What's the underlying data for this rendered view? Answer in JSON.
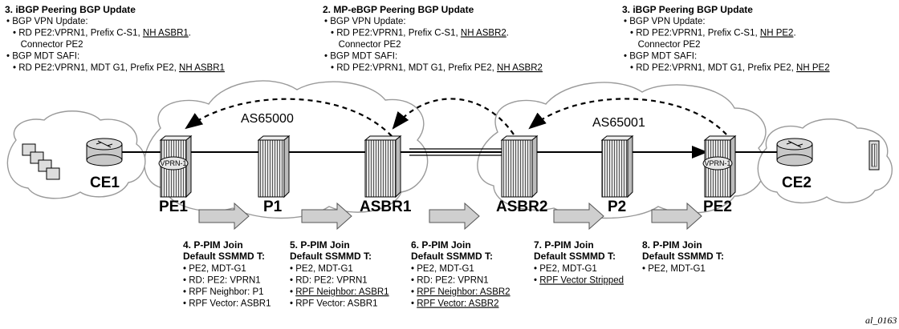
{
  "top_blocks": [
    {
      "title": "3. iBGP Peering BGP Update",
      "lines": [
        {
          "bullet": true,
          "indent": 0,
          "text": "BGP VPN Update:",
          "u": ""
        },
        {
          "bullet": true,
          "indent": 1,
          "text": "RD PE2:VPRN1, Prefix C-S1, ",
          "u": "NH ASBR1",
          "tail": "."
        },
        {
          "bullet": false,
          "indent": 1,
          "text": "Connector PE2",
          "u": ""
        },
        {
          "bullet": true,
          "indent": 0,
          "text": "BGP MDT SAFI:",
          "u": ""
        },
        {
          "bullet": true,
          "indent": 1,
          "text": "RD PE2:VPRN1, MDT G1, Prefix PE2, ",
          "u": "NH ASBR1"
        }
      ]
    },
    {
      "title": "2. MP-eBGP Peering BGP Update",
      "lines": [
        {
          "bullet": true,
          "indent": 0,
          "text": "BGP VPN Update:",
          "u": ""
        },
        {
          "bullet": true,
          "indent": 1,
          "text": "RD PE2:VPRN1, Prefix C-S1, ",
          "u": "NH ASBR2",
          "tail": "."
        },
        {
          "bullet": false,
          "indent": 1,
          "text": "Connector PE2",
          "u": ""
        },
        {
          "bullet": true,
          "indent": 0,
          "text": "BGP MDT SAFI:",
          "u": ""
        },
        {
          "bullet": true,
          "indent": 1,
          "text": "RD PE2:VPRN1, MDT G1, Prefix PE2, ",
          "u": "NH ASBR2"
        }
      ]
    },
    {
      "title": "3. iBGP Peering BGP Update",
      "lines": [
        {
          "bullet": true,
          "indent": 0,
          "text": "BGP VPN Update:",
          "u": ""
        },
        {
          "bullet": true,
          "indent": 1,
          "text": "RD PE2:VPRN1, Prefix C-S1, ",
          "u": "NH PE2",
          "tail": "."
        },
        {
          "bullet": false,
          "indent": 1,
          "text": "Connector PE2",
          "u": ""
        },
        {
          "bullet": true,
          "indent": 0,
          "text": "BGP MDT SAFI:",
          "u": ""
        },
        {
          "bullet": true,
          "indent": 1,
          "text": "RD PE2:VPRN1, MDT G1, Prefix PE2, ",
          "u": "NH PE2"
        }
      ]
    }
  ],
  "as_labels": [
    "AS65000",
    "AS65001"
  ],
  "nodes": [
    "CE1",
    "PE1",
    "P1",
    "ASBR1",
    "ASBR2",
    "P2",
    "PE2",
    "CE2"
  ],
  "vprn_label": "VPRN-1",
  "bottom_blocks": [
    {
      "title1": "4. P-PIM Join",
      "title2": "Default SSMMD T:",
      "lines": [
        {
          "text": "PE2, MDT-G1",
          "u": false
        },
        {
          "text": "RD: PE2: VPRN1",
          "u": false
        },
        {
          "text": "RPF Neighbor: P1",
          "u": false
        },
        {
          "text": "RPF Vector: ASBR1",
          "u": false
        }
      ]
    },
    {
      "title1": "5. P-PIM Join",
      "title2": "Default SSMMD T:",
      "lines": [
        {
          "text": "PE2, MDT-G1",
          "u": false
        },
        {
          "text": "RD: PE2: VPRN1",
          "u": false
        },
        {
          "text": "RPF Neighbor: ASBR1",
          "u": true
        },
        {
          "text": "RPF Vector: ASBR1",
          "u": false
        }
      ]
    },
    {
      "title1": "6. P-PIM Join",
      "title2": "Default SSMMD T:",
      "lines": [
        {
          "text": "PE2, MDT-G1",
          "u": false
        },
        {
          "text": "RD: PE2: VPRN1",
          "u": false
        },
        {
          "text": "RPF Neighbor: ASBR2",
          "u": true
        },
        {
          "text": "RPF Vector: ASBR2",
          "u": true
        }
      ]
    },
    {
      "title1": "7. P-PIM Join",
      "title2": "Default SSMMD T:",
      "lines": [
        {
          "text": "PE2, MDT-G1",
          "u": false
        },
        {
          "text": "RPF Vector Stripped",
          "u": true
        }
      ]
    },
    {
      "title1": "8. P-PIM Join",
      "title2": "Default SSMMD T:",
      "lines": [
        {
          "text": "PE2, MDT-G1",
          "u": false
        }
      ]
    }
  ],
  "figure_ref": "al_0163",
  "colors": {
    "router_fill": "#d4d4d4",
    "cloud_stroke": "#9a9a9a",
    "arrow_fill": "#cfcfcf",
    "line": "#000000"
  }
}
